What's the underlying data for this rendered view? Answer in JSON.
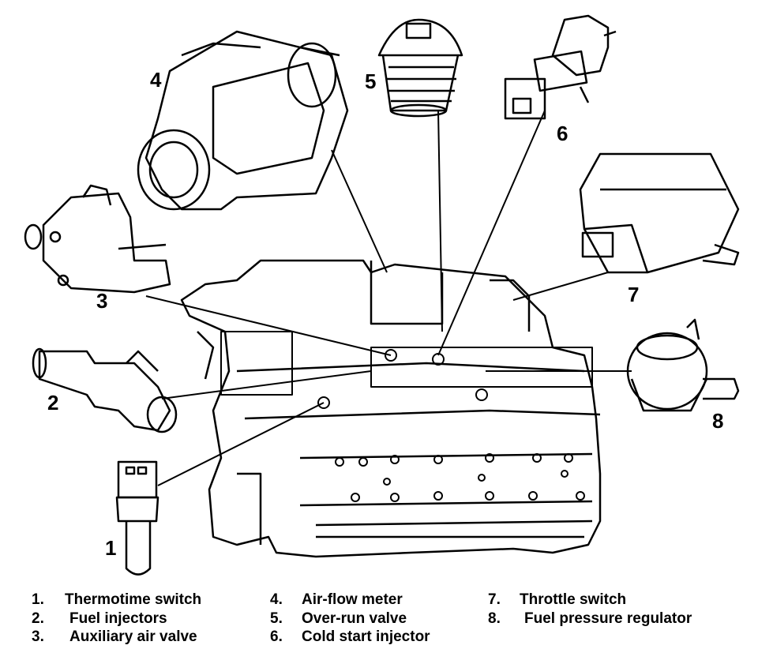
{
  "callouts": {
    "c1": "1",
    "c2": "2",
    "c3": "3",
    "c4": "4",
    "c5": "5",
    "c6": "6",
    "c7": "7",
    "c8": "8"
  },
  "legend": [
    {
      "num": "1.",
      "label": "Thermotime switch"
    },
    {
      "num": "2.",
      "label": "Fuel injectors"
    },
    {
      "num": "3.",
      "label": "Auxiliary air valve"
    },
    {
      "num": "4.",
      "label": "Air-flow meter"
    },
    {
      "num": "5.",
      "label": "Over-run valve"
    },
    {
      "num": "6.",
      "label": "Cold start injector"
    },
    {
      "num": "7.",
      "label": "Throttle switch"
    },
    {
      "num": "8.",
      "label": "Fuel pressure regulator"
    }
  ],
  "colors": {
    "ink": "#000000",
    "paper": "#ffffff"
  }
}
